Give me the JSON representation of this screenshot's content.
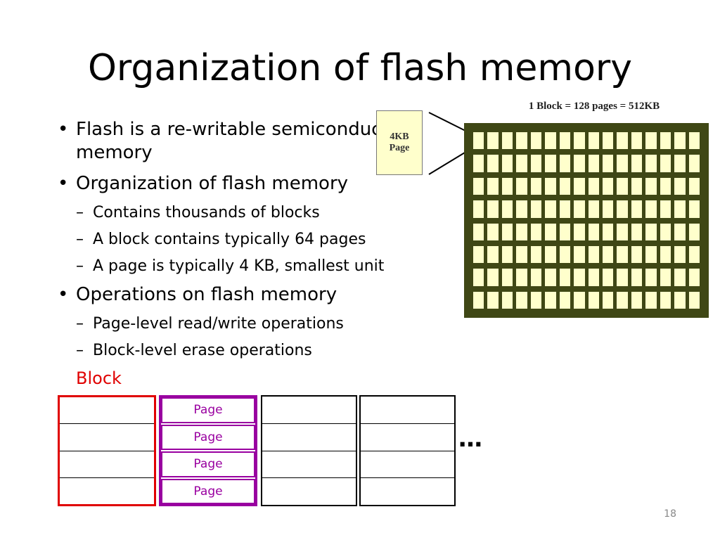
{
  "title": "Organization of flash memory",
  "bullets": [
    {
      "level": 1,
      "text": "Flash is a re-writable semiconductor memory"
    },
    {
      "level": 1,
      "text": "Organization of flash memory"
    },
    {
      "level": 2,
      "text": "Contains thousands of blocks"
    },
    {
      "level": 2,
      "text": "A block contains typically 64 pages"
    },
    {
      "level": 2,
      "text": "A page is typically 4 KB, smallest unit"
    },
    {
      "level": 1,
      "text": "Operations on flash memory"
    },
    {
      "level": 2,
      "text": "Page-level read/write operations"
    },
    {
      "level": 2,
      "text": "Block-level erase operations"
    }
  ],
  "block_label": "Block",
  "figure": {
    "caption": "1 Block = 128 pages = 512KB",
    "page_callout": {
      "line1": "4KB",
      "line2": "Page"
    },
    "grid": {
      "rows": 8,
      "columns": 16,
      "background": "#3f4715",
      "cell_color": "#ffffcc"
    }
  },
  "diagram": {
    "page_labels": [
      "Page",
      "Page",
      "Page",
      "Page"
    ],
    "ellipsis": "…",
    "colors": {
      "block_outline": "#e00000",
      "page_outline": "#9900a0",
      "other_blocks": "#000000"
    }
  },
  "slide_number": "18"
}
